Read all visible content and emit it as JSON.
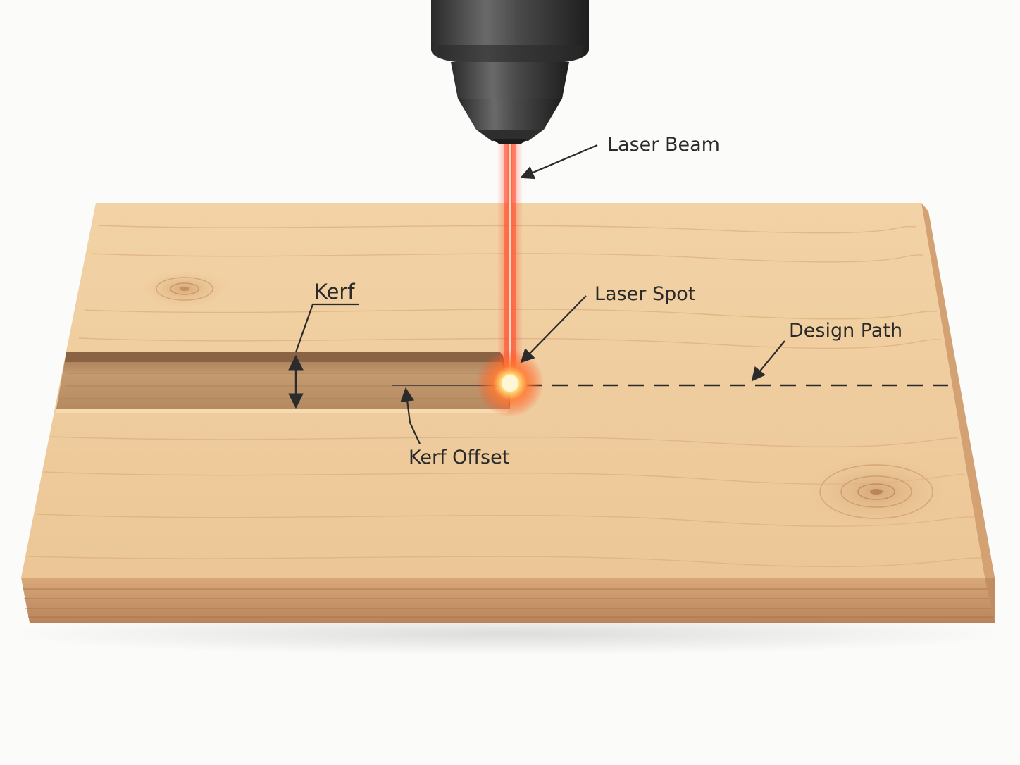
{
  "labels": {
    "laser_beam": "Laser Beam",
    "laser_spot": "Laser Spot",
    "kerf": "Kerf",
    "design_path": "Design Path",
    "kerf_offset": "Kerf Offset"
  },
  "colors": {
    "wood_top": "#f0cfa0",
    "wood_front": "#d9a878",
    "kerf_cut": "#b8885c",
    "laser": "#ff4a2a",
    "laser_glow": "#ff7a40",
    "nozzle": "#3a3a3a",
    "ink": "#2b2b2b"
  },
  "icons": {
    "nozzle": "laser-nozzle-icon",
    "board": "wood-board-icon"
  }
}
